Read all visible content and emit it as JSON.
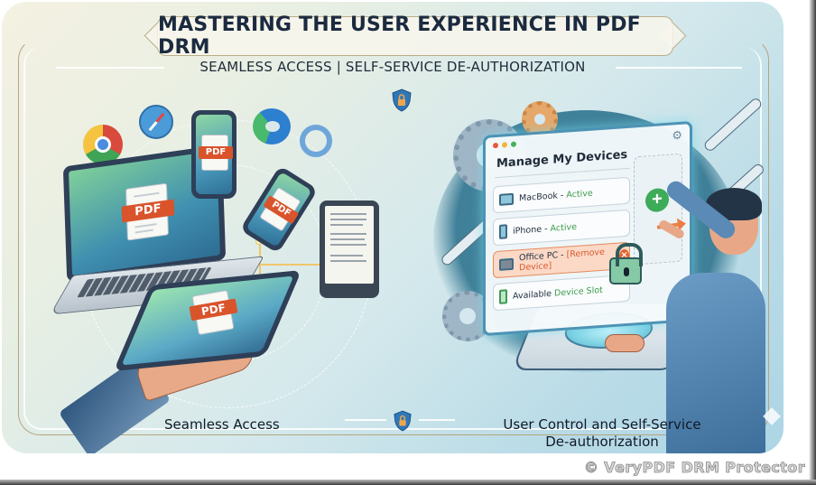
{
  "header": {
    "title": "MASTERING THE USER EXPERIENCE IN PDF DRM",
    "subtitle": "SEAMLESS ACCESS | SELF-SERVICE DE-AUTHORIZATION"
  },
  "left_panel": {
    "caption": "Seamless Access",
    "pdf_label": "PDF",
    "browsers": [
      "chrome-icon",
      "safari-icon",
      "edge-icon",
      "internet-explorer-icon"
    ],
    "devices": [
      "laptop",
      "smartphone",
      "smartphone",
      "e-reader",
      "tablet"
    ]
  },
  "right_panel": {
    "caption_line1": "User Control and Self-Service",
    "caption_line2": "De-authorization",
    "window": {
      "heading": "Manage My Devices",
      "devices": [
        {
          "name": "MacBook",
          "sep": " - ",
          "status": "Active",
          "icon": "laptop-icon"
        },
        {
          "name": "iPhone",
          "sep": " - ",
          "status": "Active",
          "icon": "phone-icon"
        },
        {
          "name": "Office PC",
          "sep": " - ",
          "status": "[Remove Device]",
          "icon": "desktop-icon"
        },
        {
          "name": "Available",
          "sep": " ",
          "status": "Device Slot",
          "icon": "tablet-icon"
        }
      ],
      "remove_symbol": "×",
      "add_symbol": "+",
      "settings_symbol": "⚙"
    }
  },
  "colors": {
    "title": "#1b2a3f",
    "pdf_tag": "#d9532b",
    "active_green": "#3b9a4a",
    "remove_orange": "#d9582e",
    "window_border": "#4d93b5"
  },
  "watermark": "© VeryPDF DRM Protector"
}
